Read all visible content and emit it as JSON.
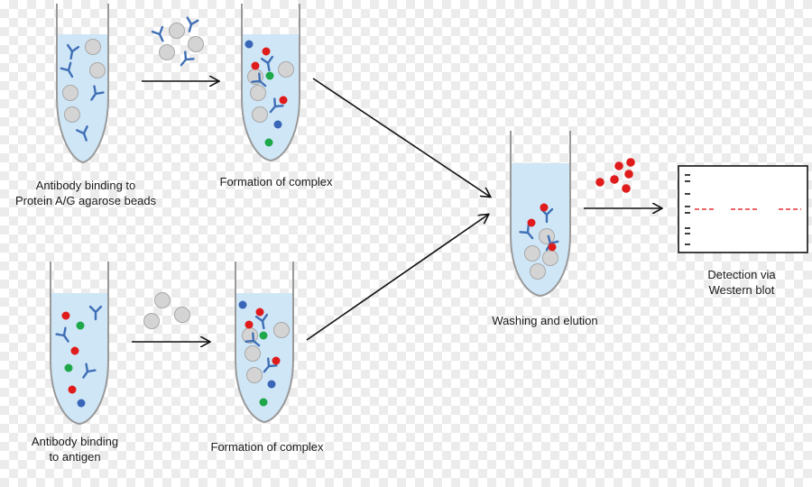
{
  "labels": {
    "step1": [
      "Antibody binding to",
      "Protein A/G agarose beads"
    ],
    "step2_top": "Formation of complex",
    "step1_bottom": [
      "Antibody binding",
      "to antigen"
    ],
    "step2_bottom": "Formation of complex",
    "step3": "Washing and elution",
    "step4": [
      "Detection via",
      "Western blot"
    ]
  },
  "colors": {
    "liquid": "#cfe6f7",
    "tube_outline": "#9a9a9a",
    "bead": "#d4d4d4",
    "antibody": "#3f6fb5",
    "antigen_red": "#e01b1b",
    "antigen_green": "#1fa84a",
    "antigen_blue": "#3a66b8",
    "arrow": "#111111",
    "band": "#e53030"
  },
  "icons": [
    "tube-icon",
    "bead-icon",
    "antibody-icon",
    "antigen-icon",
    "arrow-icon",
    "western-blot-membrane-icon"
  ]
}
